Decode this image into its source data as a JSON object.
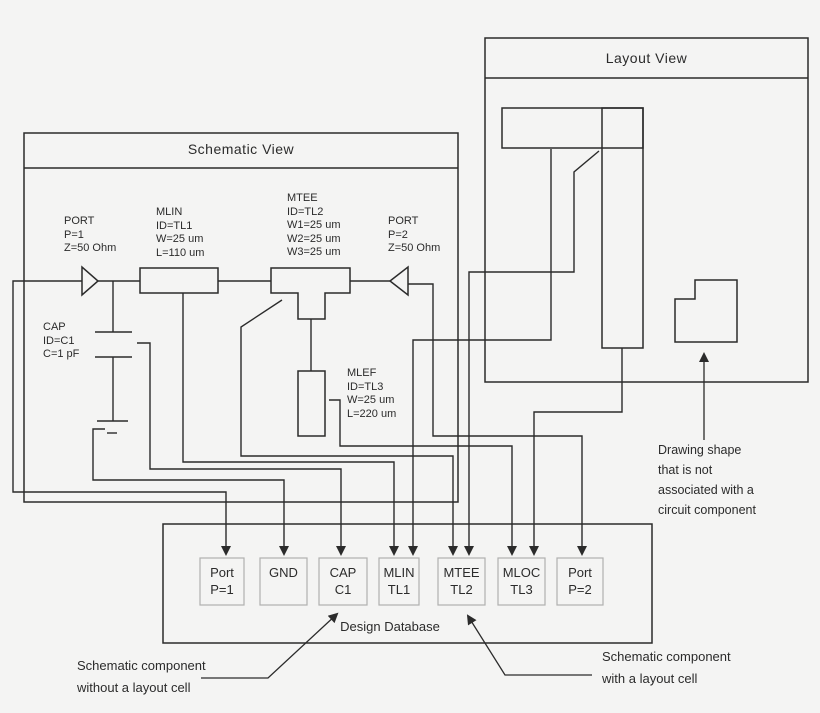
{
  "colors": {
    "ink": "#2b2b2b",
    "background": "#f4f4f3",
    "db_item_border": "#b0b0b0"
  },
  "layout_view": {
    "title": "Layout View"
  },
  "schematic_view": {
    "title": "Schematic View",
    "labels": {
      "port1": [
        "PORT",
        "P=1",
        "Z=50 Ohm"
      ],
      "mlin": [
        "MLIN",
        "ID=TL1",
        "W=25 um",
        "L=110 um"
      ],
      "mtee": [
        "MTEE",
        "ID=TL2",
        "W1=25 um",
        "W2=25 um",
        "W3=25 um"
      ],
      "port2": [
        "PORT",
        "P=2",
        "Z=50 Ohm"
      ],
      "cap": [
        "CAP",
        "ID=C1",
        "C=1 pF"
      ],
      "mlef": [
        "MLEF",
        "ID=TL3",
        "W=25 um",
        "L=220 um"
      ]
    }
  },
  "database": {
    "label": "Design Database",
    "items": [
      {
        "name": "Port",
        "id": "P=1"
      },
      {
        "name": "GND",
        "id": ""
      },
      {
        "name": "CAP",
        "id": "C1"
      },
      {
        "name": "MLIN",
        "id": "TL1"
      },
      {
        "name": "MTEE",
        "id": "TL2"
      },
      {
        "name": "MLOC",
        "id": "TL3"
      },
      {
        "name": "Port",
        "id": "P=2"
      }
    ]
  },
  "annotations": {
    "drawing_shape": {
      "lines": [
        "Drawing shape",
        "that is not",
        "associated with a",
        "circuit component"
      ]
    },
    "without_layout": {
      "lines": [
        "Schematic component",
        "without a layout cell"
      ]
    },
    "with_layout": {
      "lines": [
        "Schematic component",
        "with a layout cell"
      ]
    }
  }
}
